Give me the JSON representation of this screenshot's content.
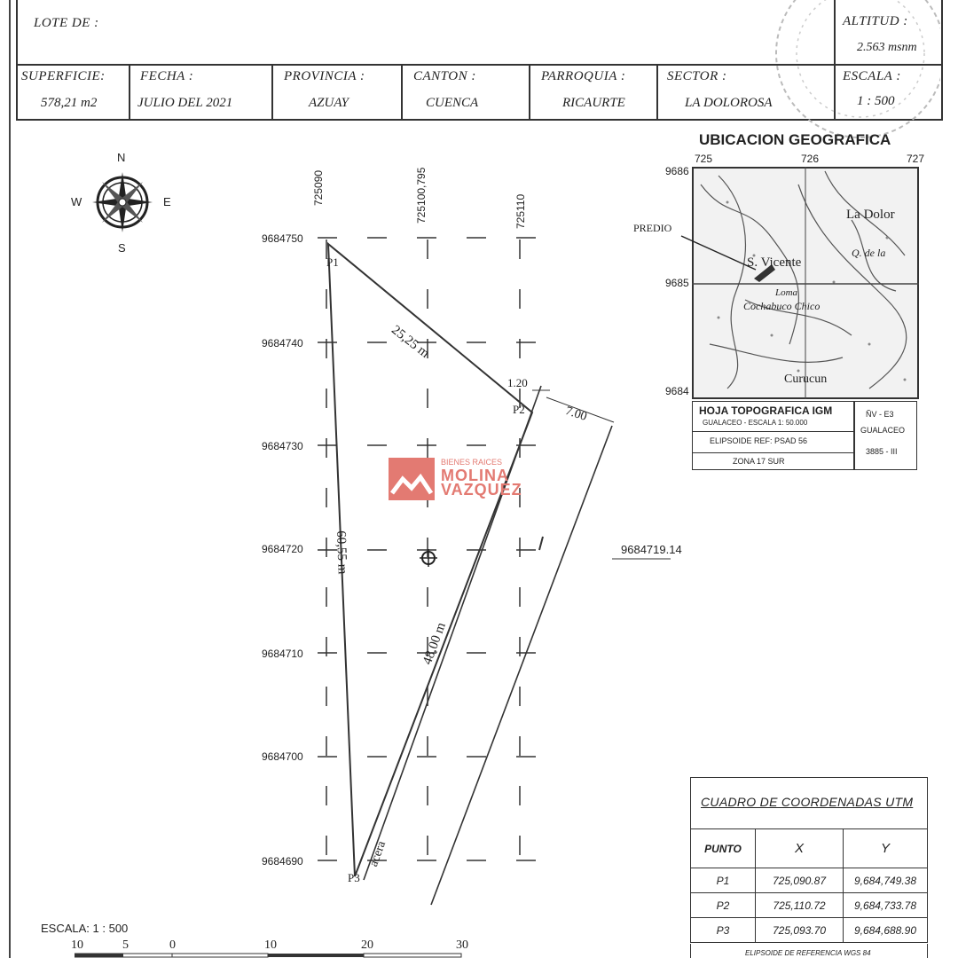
{
  "header": {
    "lote_label": "LOTE DE :",
    "altitud_label": "ALTITUD :",
    "altitud_value": "2.563 msnm",
    "superficie_label": "SUPERFICIE:",
    "superficie_value": "578,21 m2",
    "fecha_label": "FECHA :",
    "fecha_value": "JULIO DEL 2021",
    "provincia_label": "PROVINCIA :",
    "provincia_value": "AZUAY",
    "canton_label": "CANTON :",
    "canton_value": "CUENCA",
    "parroquia_label": "PARROQUIA :",
    "parroquia_value": "RICAURTE",
    "sector_label": "SECTOR :",
    "sector_value": "LA DOLOROSA",
    "escala_label": "ESCALA :",
    "escala_value": "1 : 500"
  },
  "compass": {
    "n": "N",
    "s": "S",
    "e": "E",
    "w": "W"
  },
  "plan": {
    "x_ticks": [
      "725090",
      "725100,795",
      "725110"
    ],
    "y_ticks": [
      "9684750",
      "9684740",
      "9684730",
      "9684720",
      "9684710",
      "9684700",
      "9684690"
    ],
    "points": [
      "P1",
      "P2",
      "P3"
    ],
    "dim_p1_p2": "25,25 m",
    "dim_p1_p3": "60,55 m",
    "dim_p2_p3": "48,00 m",
    "dim_small": "1.20",
    "dim_road": "7.00",
    "acera": "acera",
    "centroid_y": "9684719.14"
  },
  "ubicacion": {
    "title": "UBICACION GEOGRAFICA",
    "x_ticks": [
      "725",
      "726",
      "727"
    ],
    "y_ticks": [
      "9686",
      "9685",
      "9684"
    ],
    "predio": "PREDIO",
    "place_dolor": "La Dolor",
    "place_q": "Q. de la",
    "place_vicente": "S. Vicente",
    "place_loma": "Loma",
    "place_cochabuco": "Cochabuco Chico",
    "place_curucun": "Curucun",
    "hoja_title": "HOJA TOPOGRAFICA IGM",
    "hoja_sub": "GUALACEO - ESCALA 1: 50.000",
    "elipsoide": "ELIPSOIDE REF: PSAD 56",
    "zona": "ZONA 17 SUR",
    "nv": "ÑV - E3",
    "gualaceo": "GUALACEO",
    "code": "3885 - III"
  },
  "watermark": {
    "small": "BIENES RAICES",
    "line1": "MOLINA",
    "line2": "VAZQUEZ"
  },
  "utm_table": {
    "title": "CUADRO DE COORDENADAS UTM",
    "headers": [
      "PUNTO",
      "X",
      "Y"
    ],
    "rows": [
      [
        "P1",
        "725,090.87",
        "9,684,749.38"
      ],
      [
        "P2",
        "725,110.72",
        "9,684,733.78"
      ],
      [
        "P3",
        "725,093.70",
        "9,684,688.90"
      ]
    ],
    "footer": "ELIPSOIDE DE REFERENCIA WGS 84"
  },
  "scale_bar": {
    "title": "ESCALA: 1 : 500",
    "labels": [
      "10",
      "5",
      "0",
      "10",
      "20",
      "30"
    ]
  }
}
